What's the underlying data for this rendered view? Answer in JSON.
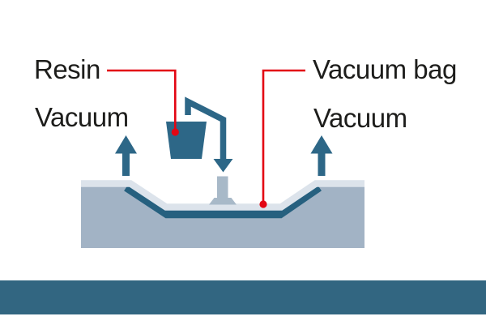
{
  "diagram": {
    "type": "vacuum-infusion-process-illustration",
    "labels": {
      "resin": "Resin",
      "vacuum_left": "Vacuum",
      "vacuum_bag": "Vacuum bag",
      "vacuum_right": "Vacuum"
    },
    "icons": [
      "resin-bucket-icon",
      "resin-feed-tube",
      "resin-flow-down-arrow-icon",
      "vacuum-up-arrow-left-icon",
      "vacuum-up-arrow-right-icon",
      "leader-dot-resin",
      "leader-dot-vacuum-bag"
    ],
    "colors": {
      "background": "#ffffff",
      "text": "#1d1d1b",
      "teal": "#2d6787",
      "laminate": "#26607f",
      "mold": "#a2b3c5",
      "bag_film": "#dce3eb",
      "inlet": "#a8b9c8",
      "footer_bar": "#326681",
      "leader_red": "#e30613"
    }
  }
}
